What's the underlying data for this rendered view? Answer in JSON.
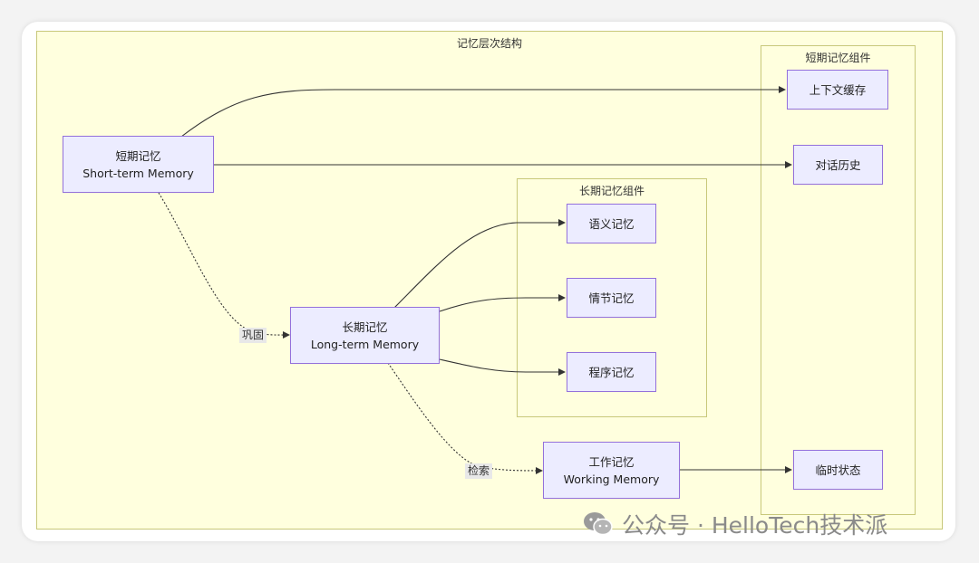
{
  "diagram": {
    "title": "记忆层次结构",
    "clusters": {
      "stm_components": "短期记忆组件",
      "ltm_components": "长期记忆组件"
    },
    "nodes": {
      "short_term": {
        "line1": "短期记忆",
        "line2": "Short-term Memory"
      },
      "long_term": {
        "line1": "长期记忆",
        "line2": "Long-term Memory"
      },
      "working": {
        "line1": "工作记忆",
        "line2": "Working Memory"
      },
      "context_cache": "上下文缓存",
      "dialog_history": "对话历史",
      "semantic": "语义记忆",
      "episodic": "情节记忆",
      "procedural": "程序记忆",
      "temp_state": "临时状态"
    },
    "edge_labels": {
      "consolidate": "巩固",
      "retrieve": "检索"
    }
  },
  "colors": {
    "cluster_fill": "#ffffde",
    "cluster_border": "#c8c87a",
    "node_fill": "#ececff",
    "node_border": "#9370db",
    "edge": "#333333"
  },
  "watermark": {
    "icon": "wechat-icon",
    "text": "公众号 · HelloTech技术派"
  }
}
